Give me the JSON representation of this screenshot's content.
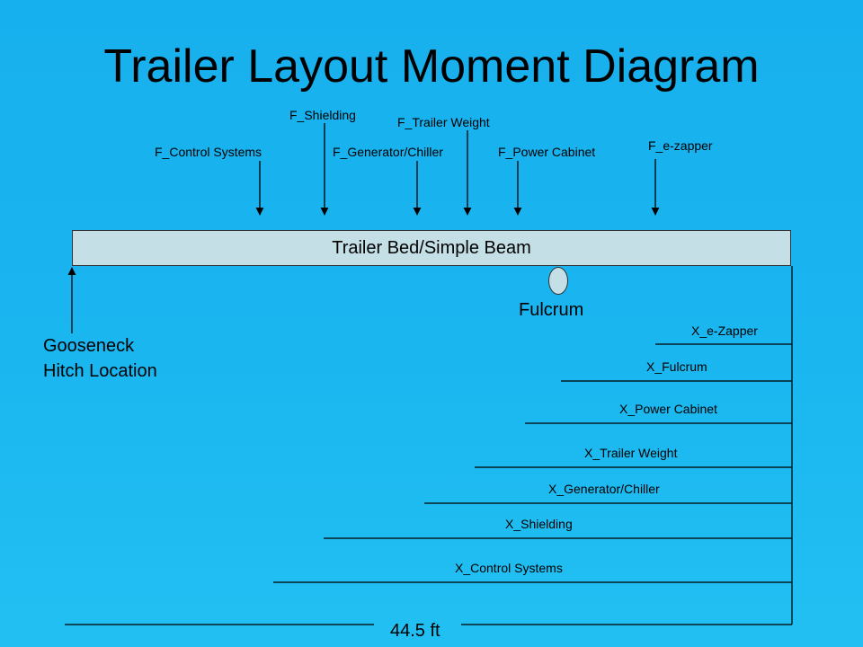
{
  "title": "Trailer Layout Moment Diagram",
  "beam_label": "Trailer Bed/Simple Beam",
  "fulcrum_label": "Fulcrum",
  "hitch_label_line1": "Gooseneck",
  "hitch_label_line2": "Hitch Location",
  "length_label": "44.5 ft",
  "forces": [
    {
      "label": "F_Control Systems"
    },
    {
      "label": "F_Shielding"
    },
    {
      "label": "F_Generator/Chiller"
    },
    {
      "label": "F_Trailer Weight"
    },
    {
      "label": "F_Power Cabinet"
    },
    {
      "label": "F_e-zapper"
    }
  ],
  "distances": [
    {
      "label": "X_e-Zapper"
    },
    {
      "label": "X_Fulcrum"
    },
    {
      "label": "X_Power Cabinet"
    },
    {
      "label": "X_Trailer Weight"
    },
    {
      "label": "X_Generator/Chiller"
    },
    {
      "label": "X_Shielding"
    },
    {
      "label": "X_Control Systems"
    }
  ]
}
